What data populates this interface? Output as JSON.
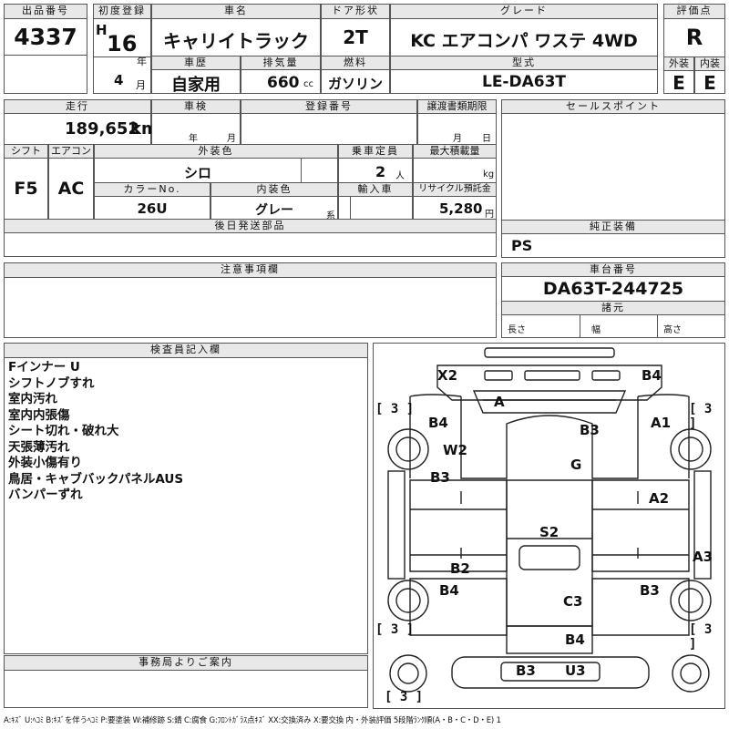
{
  "sheet": {
    "lot_label": "出品番号",
    "lot": "4337",
    "first_reg_label": "初度登録",
    "era": "H",
    "year": "16",
    "year_unit": "年",
    "month": "4",
    "month_unit": "月",
    "name_label": "車名",
    "name": "キャリイトラック",
    "door_label": "ドア形状",
    "door": "2T",
    "grade_label": "グレード",
    "grade": "KC エアコンパ ワステ 4WD",
    "score_label": "評価点",
    "score": "R",
    "history_label": "車歴",
    "history": "自家用",
    "disp_label": "排気量",
    "disp": "660",
    "disp_unit": "cc",
    "fuel_label": "燃料",
    "fuel": "ガソリン",
    "model_label": "型式",
    "model": "LE-DA63T",
    "ext_label": "外装",
    "ext": "E",
    "int_label": "内装",
    "int": "E"
  },
  "row2": {
    "mileage_label": "走行",
    "mileage": "189,652",
    "mileage_unit": "km",
    "inspect_label": "車検",
    "year_unit": "年",
    "month_unit": "月",
    "reg_label": "登録番号",
    "transfer_label": "譲渡書類期限",
    "day_unit": "日",
    "selling_label": "セールスポイント",
    "shift_label": "シフト",
    "shift": "F5",
    "ac_label": "エアコン",
    "ac": "AC",
    "color_label": "外装色",
    "color": "シロ",
    "seats_label": "乗車定員",
    "seats": "2",
    "seats_unit": "人",
    "load_label": "最大積載量",
    "load_unit": "kg",
    "colorno_label": "カラーNo.",
    "colorno": "26U",
    "intcolor_label": "内装色",
    "intcolor": "グレー",
    "intcolor_unit": "系",
    "import_label": "輸入車",
    "recycle_label": "リサイクル預託金",
    "recycle": "5,280",
    "recycle_unit": "円",
    "later_label": "後日発送部品",
    "equip_label": "純正装備",
    "equip": "PS"
  },
  "row3": {
    "caution_label": "注意事項欄",
    "chassis_label": "車台番号",
    "chassis": "DA63T-244725",
    "spec_label": "諸元",
    "length_label": "長さ",
    "width_label": "幅",
    "height_label": "高さ"
  },
  "inspector": {
    "label": "検査員記入欄",
    "notes": [
      "Fインナー U",
      "シフトノブすれ",
      "室内汚れ",
      "室内内張傷",
      "シート切れ・破れ大",
      "天張薄汚れ",
      "外装小傷有り",
      "鳥居・キャブバックパネルAUS",
      "バンパーずれ"
    ]
  },
  "office": {
    "label": "事務局よりご案内"
  },
  "diagram": {
    "brackets": [
      "[ 3 ]",
      "[ 3 ]",
      "[ 3 ]",
      "[ 3 ]",
      "[ 3 ]"
    ],
    "marks": [
      "X2",
      "B4",
      "A",
      "B3",
      "A1",
      "B4",
      "W2",
      "G",
      "B3",
      "A2",
      "S2",
      "A3",
      "B2",
      "B4",
      "C3",
      "B3",
      "B4",
      "B3",
      "U3"
    ]
  },
  "legend": "A:ｷｽﾞ U:ﾍｺﾐ B:ｷｽﾞを伴うﾍｺﾐ P:要塗装 W:補修跡 S:錆 C:腐食 G:ﾌﾛﾝﾄｶﾞﾗｽ点ｷｽﾞ XX:交換済み X:要交換 内・外装評価 5段階ﾗﾝｸ順(A・B・C・D・E) 1"
}
